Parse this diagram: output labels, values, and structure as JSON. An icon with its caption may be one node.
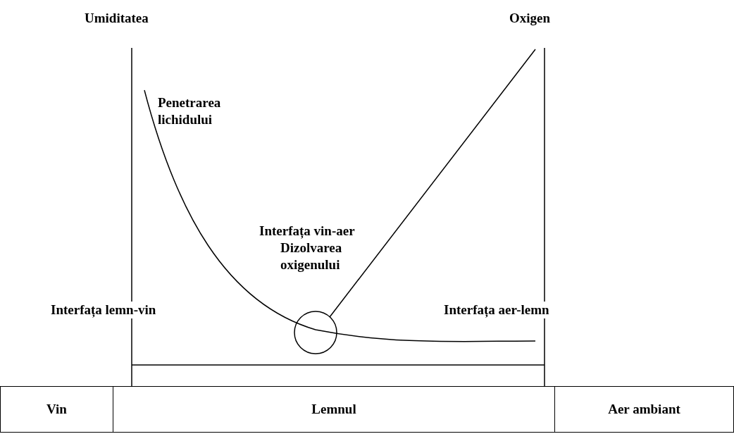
{
  "diagram": {
    "nodes": [
      {
        "text": [
          "Vin"
        ]
      },
      {
        "text": [
          "Lemnul"
        ]
      },
      {
        "text": [
          "Aer ambiant"
        ]
      }
    ],
    "labels": [
      "Umiditatea",
      "Oxigen",
      "Penetrarea lichidului",
      "Interfața vin-aer",
      "Dizolvarea oxigenului",
      "Interfața lemn-vin",
      "Interfața aer-lemn"
    ]
  }
}
